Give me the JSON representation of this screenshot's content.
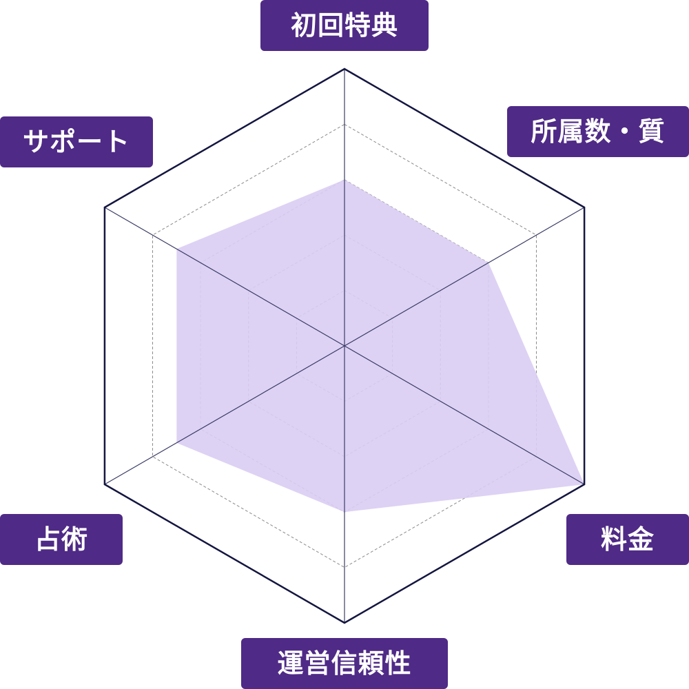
{
  "chart_data": {
    "type": "radar",
    "axes": [
      "初回特典",
      "所属数・質",
      "料金",
      "運営信頼性",
      "占術",
      "サポート"
    ],
    "values": [
      3,
      3,
      5,
      3,
      3.5,
      3.5
    ],
    "max": 5,
    "levels": 5,
    "grid": true,
    "colors": {
      "fill": "#d9cdf3",
      "outline": "#141640",
      "spoke": "#3a3c66",
      "grid": "#8a8a8a",
      "label_bg": "#4f2a86",
      "label_text": "#ffffff"
    }
  }
}
